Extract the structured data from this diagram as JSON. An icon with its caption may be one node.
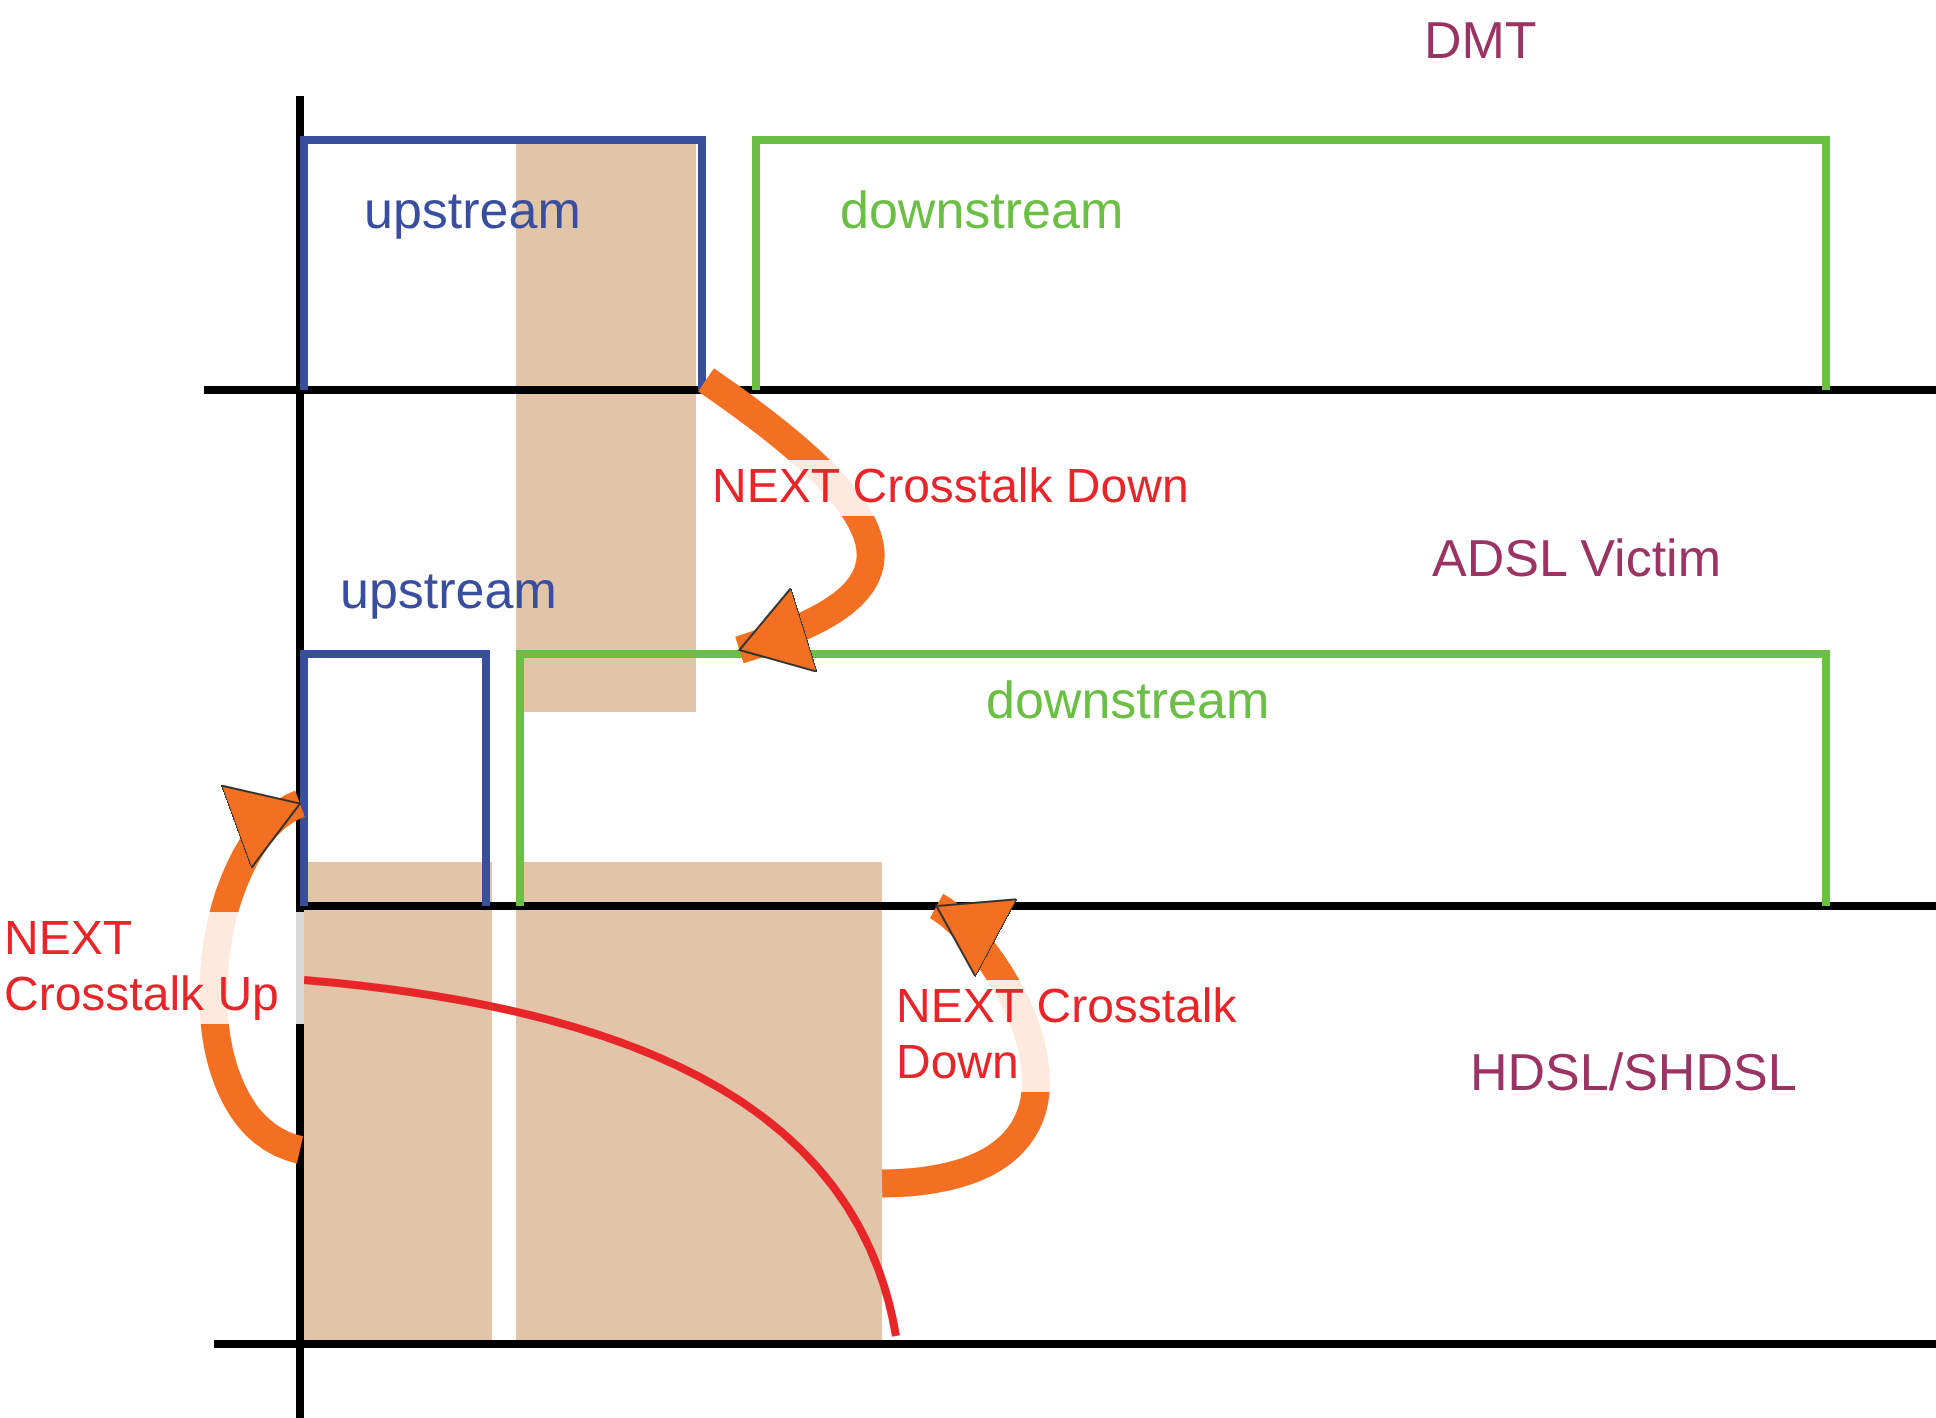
{
  "diagram": {
    "nodes": [
      {
        "text": [
          "upstream"
        ]
      },
      {
        "text": [],
        "shape": "box"
      },
      {
        "text": [
          "downstream"
        ]
      },
      {
        "text": [
          "upstream"
        ]
      },
      {
        "text": [
          "downstream"
        ]
      },
      {
        "text": [],
        "shape": "box"
      },
      {
        "text": [],
        "shape": "box"
      }
    ],
    "edges": [
      {
        "from": 0,
        "to": 4,
        "arrow": "to",
        "label": "NEXT Crosstalk Down"
      },
      {
        "from": 5,
        "to": 3,
        "arrow": "to",
        "label": "NEXT Crosstalk Up"
      },
      {
        "from": 6,
        "to": 4,
        "arrow": "to",
        "label": "NEXT Crosstalk Down"
      }
    ],
    "labels": [
      "DMT",
      "ADSL Victim",
      "HDSL/SHDSL"
    ]
  }
}
